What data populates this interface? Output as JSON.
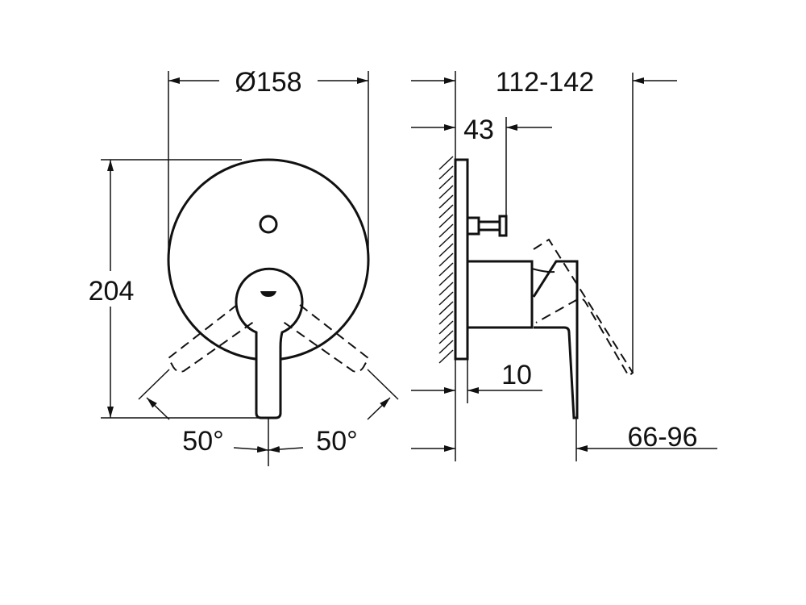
{
  "dimensions": {
    "diameter": "Ø158",
    "height": "204",
    "angle_left": "50°",
    "angle_right": "50°",
    "depth_range": "112-142",
    "diverter_depth": "43",
    "plate_thickness": "10",
    "lever_projection": "66-96"
  },
  "colors": {
    "line": "#111111",
    "background": "#ffffff"
  }
}
